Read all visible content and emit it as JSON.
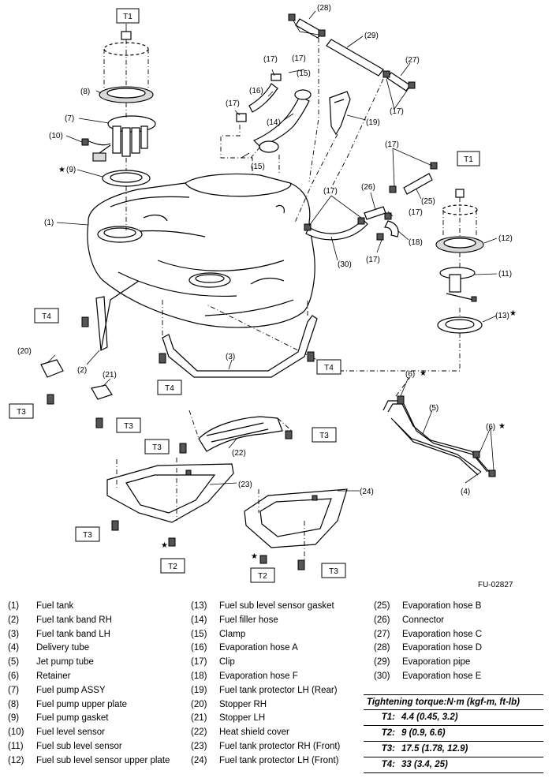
{
  "figure_id": "FU-02827",
  "callouts": {
    "c1": "(1)",
    "c2": "(2)",
    "c3": "(3)",
    "c4": "(4)",
    "c5": "(5)",
    "c6a": "(6)",
    "c6b": "(6)",
    "c7": "(7)",
    "c8": "(8)",
    "c9": "(9)",
    "c10": "(10)",
    "c11": "(11)",
    "c12": "(12)",
    "c13": "(13)",
    "c14": "(14)",
    "c15a": "(15)",
    "c15b": "(15)",
    "c16": "(16)",
    "c17a": "(17)",
    "c17b": "(17)",
    "c17c": "(17)",
    "c17d": "(17)",
    "c17e": "(17)",
    "c17f": "(17)",
    "c17g": "(17)",
    "c17h": "(17)",
    "c18": "(18)",
    "c19": "(19)",
    "c20": "(20)",
    "c21": "(21)",
    "c22": "(22)",
    "c23": "(23)",
    "c24": "(24)",
    "c25": "(25)",
    "c26": "(26)",
    "c27": "(27)",
    "c28": "(28)",
    "c29": "(29)",
    "c30": "(30)"
  },
  "torque_boxes": {
    "t1a": "T1",
    "t1b": "T1",
    "t2a": "T2",
    "t2b": "T2",
    "t3a": "T3",
    "t3b": "T3",
    "t3c": "T3",
    "t3d": "T3",
    "t3e": "T3",
    "t4a": "T4",
    "t4b": "T4",
    "t4c": "T4"
  },
  "star_glyph": "★",
  "legend": [
    {
      "num": "(1)",
      "name": "Fuel tank"
    },
    {
      "num": "(2)",
      "name": "Fuel tank band RH"
    },
    {
      "num": "(3)",
      "name": "Fuel tank band LH"
    },
    {
      "num": "(4)",
      "name": "Delivery tube"
    },
    {
      "num": "(5)",
      "name": "Jet pump tube"
    },
    {
      "num": "(6)",
      "name": "Retainer"
    },
    {
      "num": "(7)",
      "name": "Fuel pump ASSY"
    },
    {
      "num": "(8)",
      "name": "Fuel pump upper plate"
    },
    {
      "num": "(9)",
      "name": "Fuel pump gasket"
    },
    {
      "num": "(10)",
      "name": "Fuel level sensor"
    },
    {
      "num": "(11)",
      "name": "Fuel sub level sensor"
    },
    {
      "num": "(12)",
      "name": "Fuel sub level sensor upper plate"
    },
    {
      "num": "(13)",
      "name": "Fuel sub level sensor gasket"
    },
    {
      "num": "(14)",
      "name": "Fuel filler hose"
    },
    {
      "num": "(15)",
      "name": "Clamp"
    },
    {
      "num": "(16)",
      "name": "Evaporation hose A"
    },
    {
      "num": "(17)",
      "name": "Clip"
    },
    {
      "num": "(18)",
      "name": "Evaporation hose F"
    },
    {
      "num": "(19)",
      "name": "Fuel tank protector LH (Rear)"
    },
    {
      "num": "(20)",
      "name": "Stopper RH"
    },
    {
      "num": "(21)",
      "name": "Stopper LH"
    },
    {
      "num": "(22)",
      "name": "Heat shield cover"
    },
    {
      "num": "(23)",
      "name": "Fuel tank protector RH (Front)"
    },
    {
      "num": "(24)",
      "name": "Fuel tank protector LH (Front)"
    },
    {
      "num": "(25)",
      "name": "Evaporation hose B"
    },
    {
      "num": "(26)",
      "name": "Connector"
    },
    {
      "num": "(27)",
      "name": "Evaporation hose C"
    },
    {
      "num": "(28)",
      "name": "Evaporation hose D"
    },
    {
      "num": "(29)",
      "name": "Evaporation pipe"
    },
    {
      "num": "(30)",
      "name": "Evaporation hose E"
    }
  ],
  "torque_table": {
    "title": "Tightening torque:N·m (kgf-m, ft-lb)",
    "rows": [
      {
        "key": "T1:",
        "value": "4.4 (0.45, 3.2)"
      },
      {
        "key": "T2:",
        "value": "9 (0.9, 6.6)"
      },
      {
        "key": "T3:",
        "value": "17.5 (1.78, 12.9)"
      },
      {
        "key": "T4:",
        "value": "33 (3.4, 25)"
      }
    ]
  }
}
